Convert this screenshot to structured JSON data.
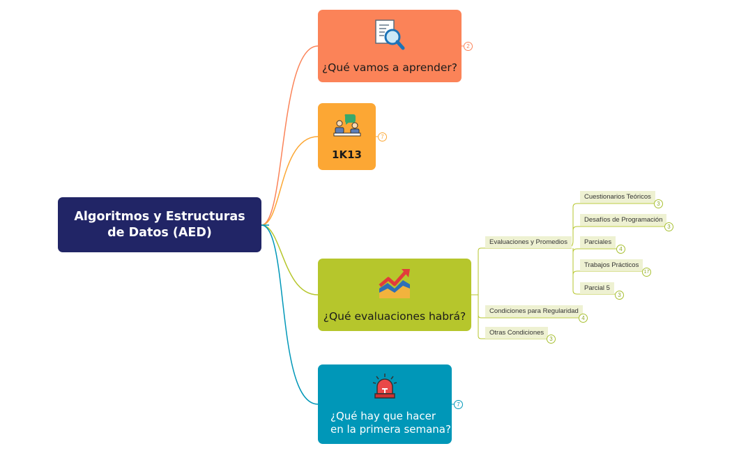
{
  "root": {
    "line1": "Algoritmos y Estructuras",
    "line2": "de Datos (AED)"
  },
  "topics": [
    {
      "label": "¿Qué vamos a aprender?",
      "count": "2"
    },
    {
      "label": "1K13",
      "count": "7"
    },
    {
      "label": "¿Qué evaluaciones habrá?"
    },
    {
      "line1": "¿Qué hay que hacer",
      "line2": "en la primera semana?",
      "count": "7"
    }
  ],
  "evaluaciones": {
    "children": [
      {
        "label": "Evaluaciones y Promedios",
        "children": [
          {
            "label": "Cuestionarios Teóricos",
            "count": "3"
          },
          {
            "label": "Desafíos de Programación",
            "count": "3"
          },
          {
            "label": "Parciales",
            "count": "4"
          },
          {
            "label": "Trabajos Prácticos",
            "count": "17"
          },
          {
            "label": "Parcial 5",
            "count": "3"
          }
        ]
      },
      {
        "label": "Condiciones para Regularidad",
        "count": "4"
      },
      {
        "label": "Otras Condiciones",
        "count": "3"
      }
    ]
  },
  "colors": {
    "root": "#212566",
    "topic1": "#FB8358",
    "topic2": "#FCA734",
    "topic3": "#B6C62C",
    "topic4": "#0097B8"
  },
  "icons": [
    "magnifier-document-icon",
    "meeting-people-icon",
    "chart-trend-icon",
    "alarm-siren-icon"
  ]
}
